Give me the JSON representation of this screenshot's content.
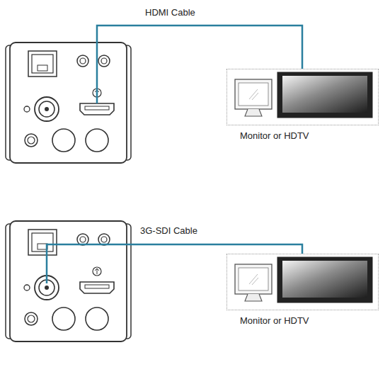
{
  "diagram": {
    "nodes": [
      {
        "text": [
          "Monitor or HDTV"
        ]
      },
      {
        "text": [
          "Monitor or HDTV"
        ]
      }
    ],
    "labels": [
      "HDMI Cable",
      "3G-SDI Cable"
    ]
  }
}
